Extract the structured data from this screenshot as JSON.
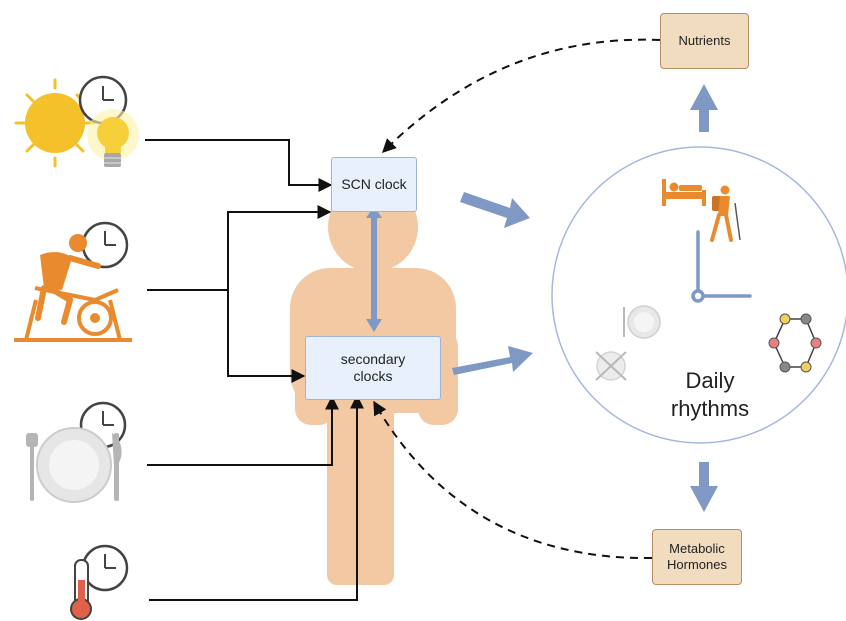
{
  "scn_clock": {
    "label": "SCN clock"
  },
  "secondary_clocks": {
    "line1": "secondary",
    "line2": "clocks"
  },
  "nutrients": {
    "label": "Nutrients"
  },
  "metabolic_hormones": {
    "line1": "Metabolic",
    "line2": "Hormones"
  },
  "daily_rhythms": {
    "line1": "Daily",
    "line2": "rhythms"
  },
  "inputs": [
    "light",
    "exercise",
    "food",
    "temperature"
  ],
  "icons": [
    "sun-icon",
    "light-bulb-icon",
    "clock-icon",
    "cyclist-icon",
    "plate-icon",
    "cutlery-icon",
    "thermometer-icon",
    "bed-icon",
    "hiker-icon",
    "crossed-plate-icon",
    "molecule-ring-icon",
    "clock-hands-icon"
  ],
  "colors": {
    "body": "#f3c9a4",
    "clock_box_fill": "#e8f0fb",
    "clock_box_border": "#9db4d6",
    "tan_box_fill": "#f2dcc0",
    "tan_box_border": "#b98e62",
    "blue_arrow": "#7f99c4",
    "orange": "#e88a2d",
    "sun_yellow": "#f5c12a",
    "circle_border": "#a5b7dc"
  }
}
